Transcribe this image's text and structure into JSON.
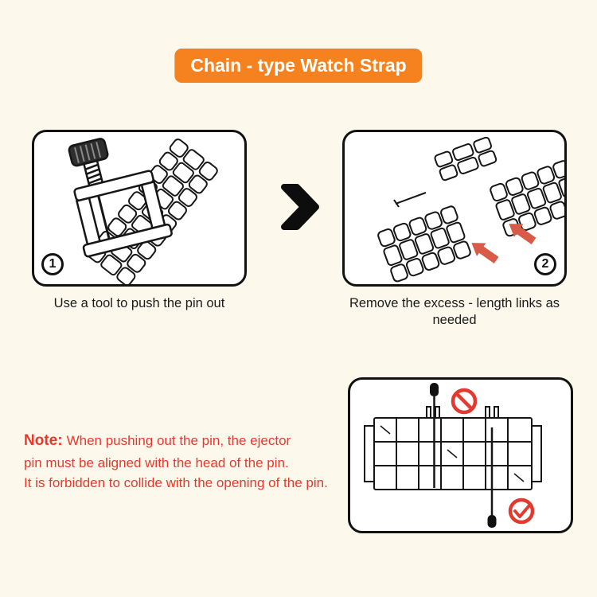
{
  "title": "Chain - type Watch Strap",
  "steps": [
    {
      "number": "1",
      "caption": "Use a tool to push the pin out"
    },
    {
      "number": "2",
      "caption": "Remove the excess - length links as needed"
    }
  ],
  "note": {
    "label": "Note:",
    "lines": [
      "When pushing out the pin, the ejector",
      "pin must be aligned with the head of the pin.",
      "It is forbidden to collide with the opening of the pin."
    ]
  },
  "colors": {
    "banner_orange": "#f6821f",
    "note_red": "#e8382d",
    "arrow_salmon": "#d85a47",
    "icon_red": "#e23a2e",
    "background_cream": "#fdf8ec",
    "line_black": "#161616"
  },
  "icons": {
    "next_step": "chevron-right-icon",
    "prohibited": "no-symbol-icon",
    "correct": "check-circle-icon"
  }
}
